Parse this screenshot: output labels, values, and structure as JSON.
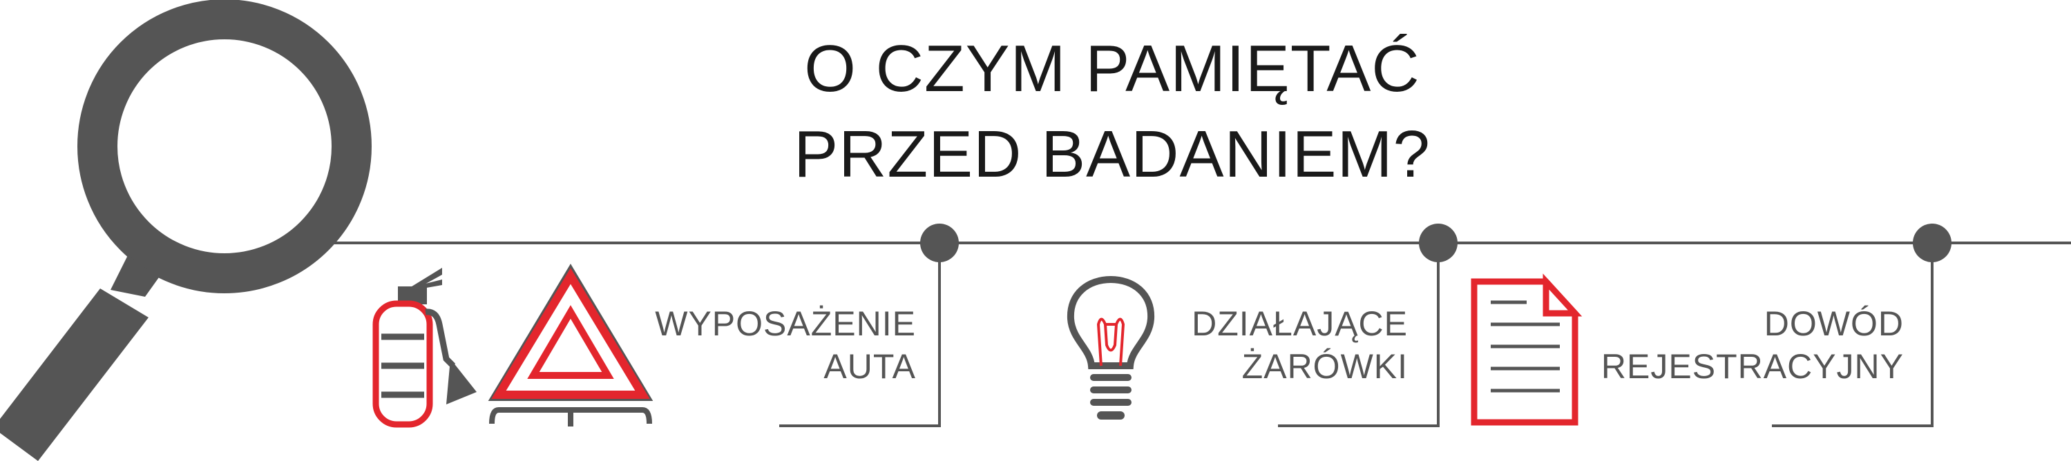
{
  "title": {
    "line1": "O CZYM PAMIĘTAĆ",
    "line2": "PRZED BADANIEM?"
  },
  "items": [
    {
      "line1": "WYPOSAŻENIE",
      "line2": "AUTA",
      "icons": [
        "fire-extinguisher-icon",
        "warning-triangle-icon"
      ]
    },
    {
      "line1": "DZIAŁAJĄCE",
      "line2": "ŻARÓWKI",
      "icons": [
        "light-bulb-icon"
      ]
    },
    {
      "line1": "DOWÓD",
      "line2": "REJESTRACYJNY",
      "icons": [
        "document-icon"
      ]
    }
  ],
  "colors": {
    "gray": "#555555",
    "red": "#e3262d",
    "title": "#1a1a1a"
  },
  "decor": [
    "magnifying-glass-icon"
  ]
}
